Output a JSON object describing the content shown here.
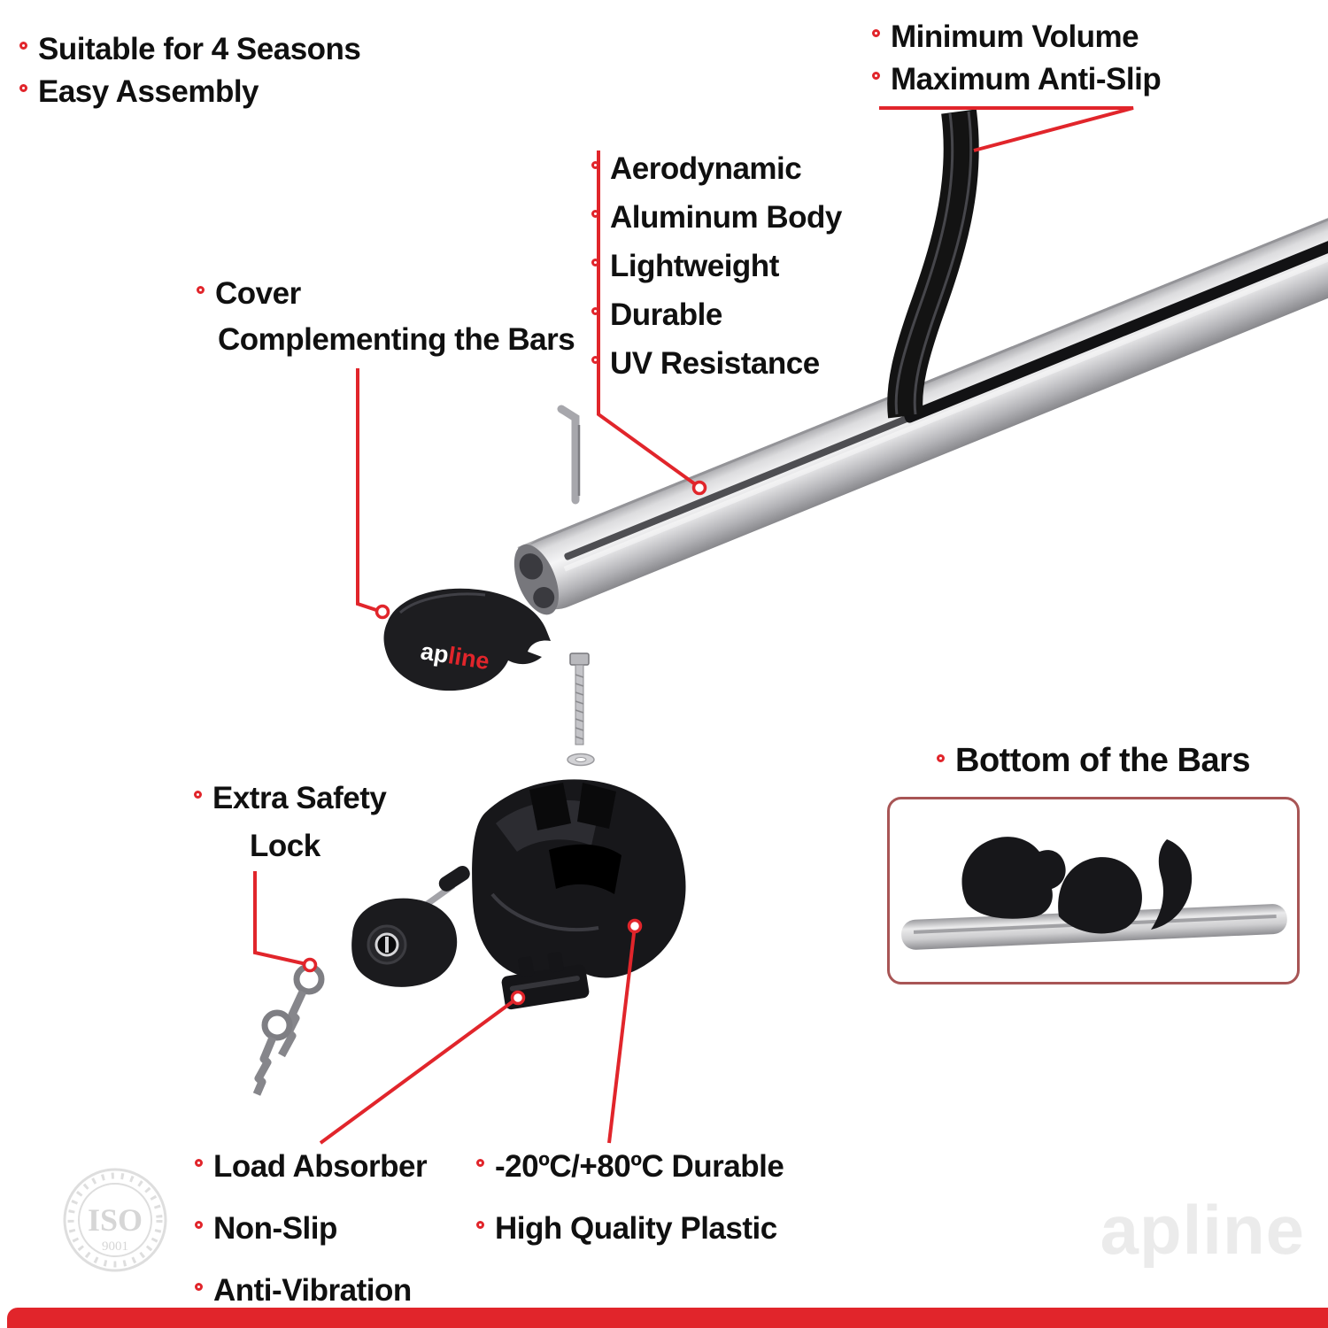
{
  "colors": {
    "accent": "#e1252b",
    "panel_border": "#a85555",
    "text": "#101010",
    "bar_silver": "#d9d9db",
    "part_black": "#17171a",
    "watermark_gray": "#ebebeb"
  },
  "top_left": {
    "items": [
      "Suitable for 4 Seasons",
      "Easy Assembly"
    ]
  },
  "top_right": {
    "items": [
      "Minimum Volume",
      "Maximum Anti-Slip"
    ]
  },
  "bar_features": {
    "items": [
      "Aerodynamic",
      "Aluminum Body",
      "Lightweight",
      "Durable",
      "UV Resistance"
    ]
  },
  "cover_note": {
    "line1": "Cover",
    "line2": "Complementing the Bars"
  },
  "lock_note": {
    "line1": "Extra Safety",
    "line2": "Lock"
  },
  "bottom_bars": {
    "title": "Bottom of the Bars"
  },
  "bottom_left": {
    "items": [
      "Load Absorber",
      "Non-Slip",
      "Anti-Vibration"
    ]
  },
  "bottom_right": {
    "items": [
      "-20ºC/+80ºC Durable",
      "High Quality Plastic"
    ]
  },
  "brand": {
    "logo_part1": "ap",
    "logo_part2": "line",
    "watermark": "apline"
  },
  "iso_badge": {
    "text": "ISO",
    "subtext": "9001"
  },
  "icons": {
    "bullet": "ring-bullet",
    "crossbar": "silver-aero-bar",
    "rubber_strip": "black-curved-anti-slip-strip",
    "allen_key": "l-shaped-hex-key",
    "bolt": "threaded-bolt",
    "washer": "washer-ring",
    "cover_cap": "black-cover-cap",
    "foot_clamp": "black-foot-clamp",
    "safety_lock": "lock-cylinder",
    "keys": "two-keys",
    "load_pad": "rubber-load-pad",
    "inset": "bar-bottom-view"
  }
}
